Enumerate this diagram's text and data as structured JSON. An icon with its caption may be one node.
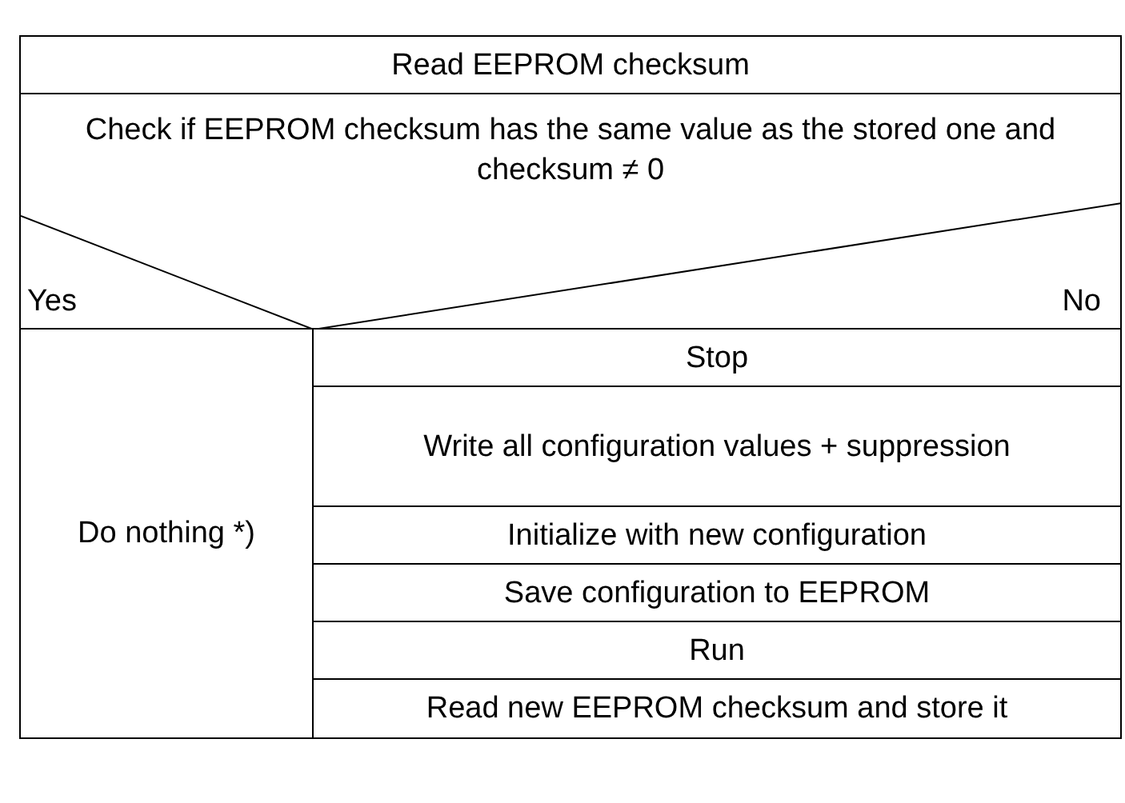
{
  "diagram": {
    "nodes": [
      {
        "text": [
          "Read EEPROM checksum"
        ]
      },
      {
        "text": [
          "Check if EEPROM checksum has the same value as the stored one and checksum ≠ 0",
          "Yes",
          "No"
        ]
      },
      {
        "text": [
          "Do nothing *)"
        ]
      },
      {
        "text": [
          "Stop"
        ]
      },
      {
        "text": [
          "Write all configuration values + suppression"
        ]
      },
      {
        "text": [
          "Initialize with new configuration"
        ]
      },
      {
        "text": [
          "Save configuration to EEPROM"
        ]
      },
      {
        "text": [
          "Run"
        ]
      },
      {
        "text": [
          "Read new EEPROM checksum and store it"
        ]
      }
    ],
    "edges": []
  }
}
